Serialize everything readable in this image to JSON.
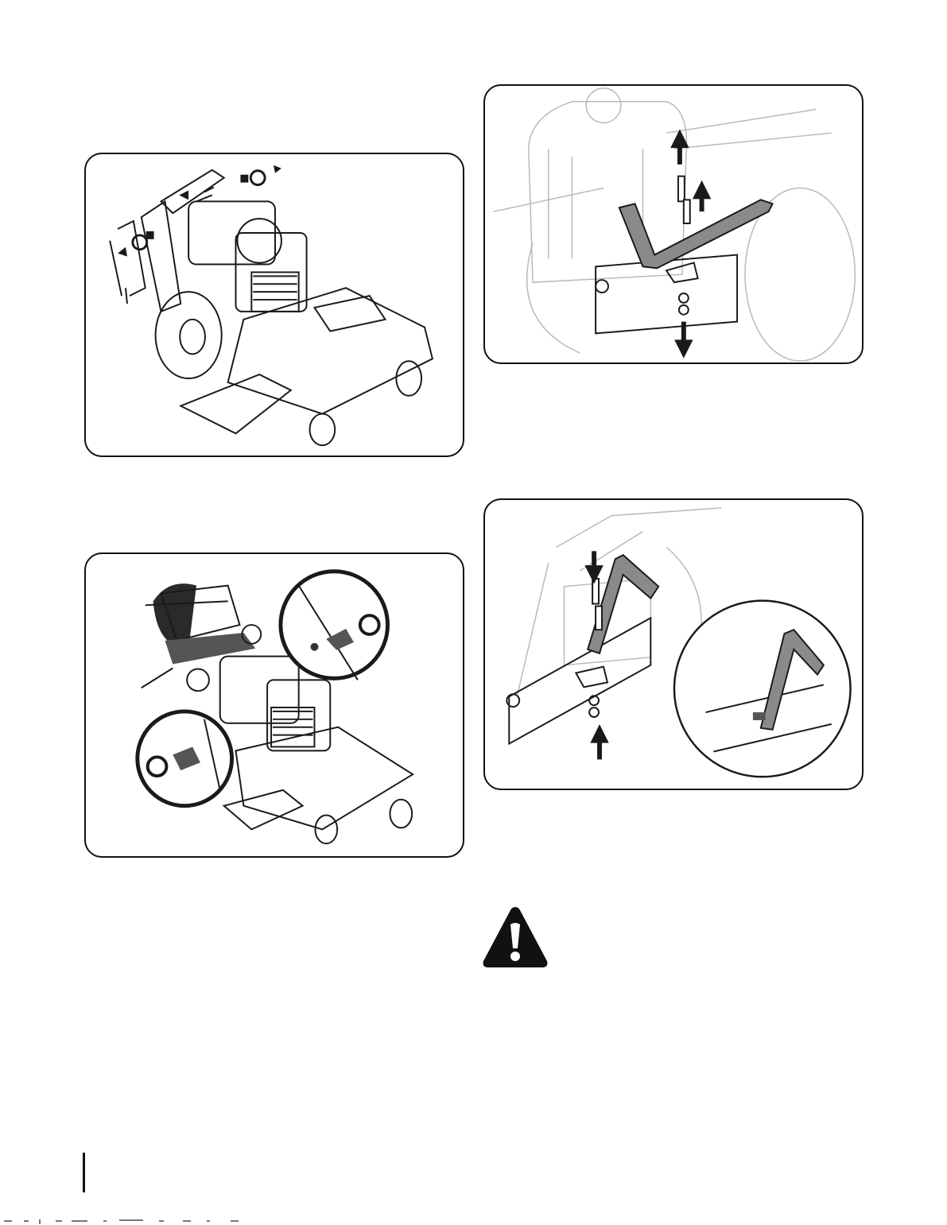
{
  "figures": [
    {
      "id": "fig1",
      "subject": "mower-handle-bolt-removal"
    },
    {
      "id": "fig2",
      "subject": "handle-fold-knob-detail"
    },
    {
      "id": "fig3",
      "subject": "bracket-removal"
    },
    {
      "id": "fig4",
      "subject": "bracket-installation"
    }
  ],
  "icons": {
    "warning": "warning-triangle-icon",
    "arrow": "arrow-icon",
    "rotate": "rotate-arrow-icon"
  },
  "colors": {
    "line": "#1a1a1a",
    "light_line": "#b9b9b9",
    "part_fill": "#8a8a8a",
    "dark_fill": "#2a2a2a"
  }
}
